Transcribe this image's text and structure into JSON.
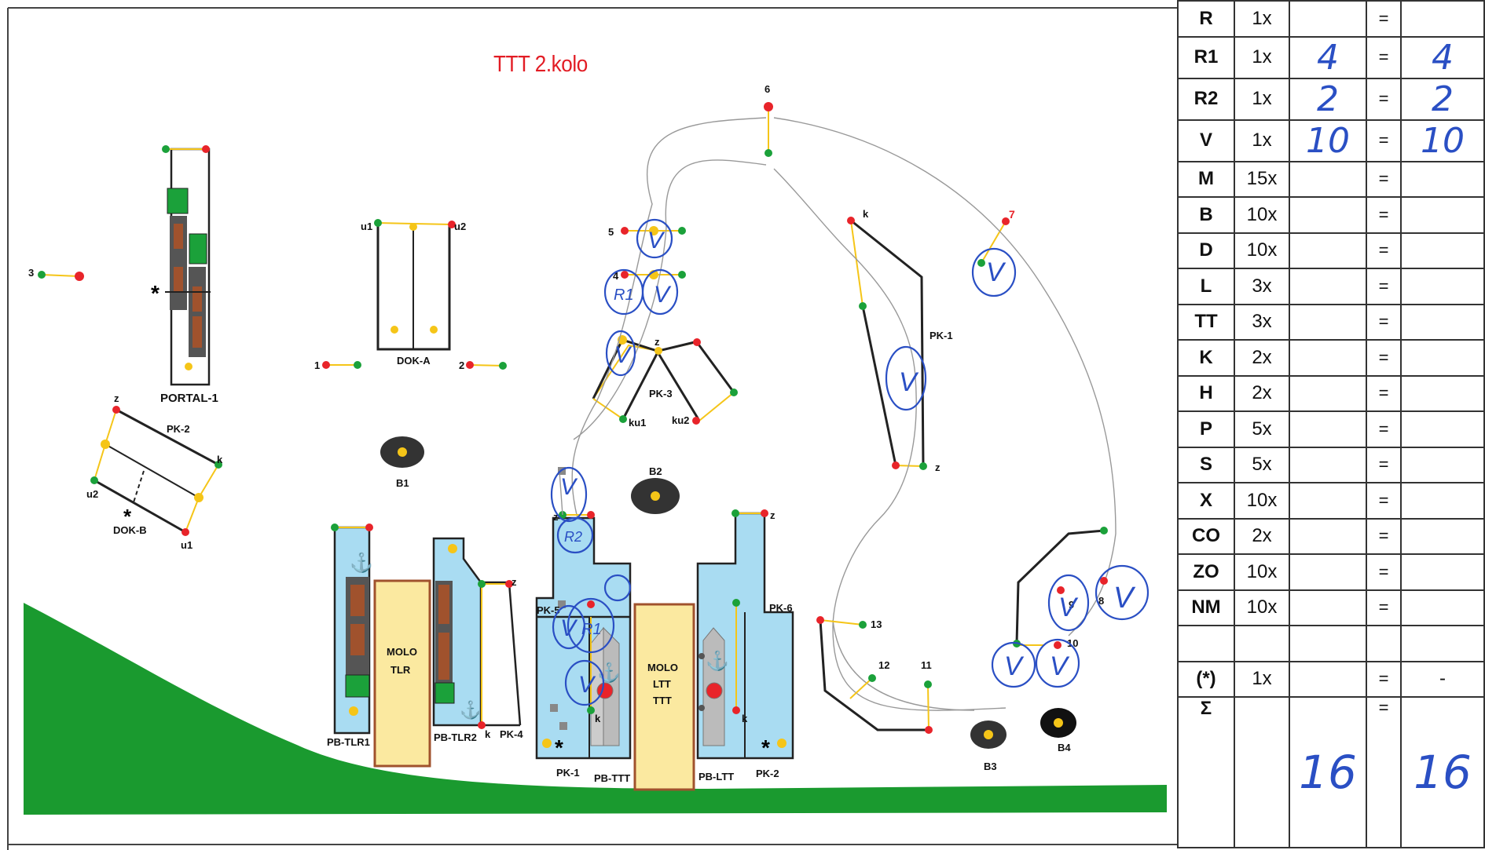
{
  "title": "TTT 2.kolo",
  "colors": {
    "title": "#e21c24",
    "water": "#a9dcf2",
    "grass": "#1a9a2f",
    "pier": "#fbe9a0",
    "ink": "#2a4fc4",
    "gate_red": "#e8242a",
    "gate_green": "#1ba13a",
    "gate_yellow": "#f5c518"
  },
  "labels": {
    "portal1": "PORTAL-1",
    "dok_a": "DOK-A",
    "dok_b": "DOK-B",
    "pk2_top": "PK-2",
    "pk3": "PK-3",
    "pk1_right": "PK-1",
    "pk5": "PK-5",
    "pk6": "PK-6",
    "pk4": "PK-4",
    "pk1_bottom": "PK-1",
    "pk2_bottom": "PK-2",
    "pb_tlr1": "PB-TLR1",
    "pb_tlr2": "PB-TLR2",
    "pb_ttt": "PB-TTT",
    "pb_ltt": "PB-LTT",
    "molo_tlr": [
      "MOLO",
      "TLR"
    ],
    "molo_ltt": [
      "MOLO",
      "LTT",
      "TTT"
    ],
    "b1": "B1",
    "b2": "B2",
    "b3": "B3",
    "b4": "B4",
    "u1": "u1",
    "u2": "u2",
    "z": "z",
    "k": "k",
    "ku1": "ku1",
    "ku2": "ku2",
    "n1": "1",
    "n2": "2",
    "n3": "3",
    "n4": "4",
    "n5": "5",
    "n6": "6",
    "n7": "7",
    "n8": "8",
    "n9": "9",
    "n10": "10",
    "n11": "11",
    "n12": "12",
    "n13": "13",
    "star": "*"
  },
  "score_table": {
    "rows": [
      {
        "code": "R",
        "mult": "1x",
        "eq": "=",
        "entry": "",
        "result": ""
      },
      {
        "code": "R1",
        "mult": "1x",
        "eq": "=",
        "entry": "4",
        "result": "4"
      },
      {
        "code": "R2",
        "mult": "1x",
        "eq": "=",
        "entry": "2",
        "result": "2"
      },
      {
        "code": "V",
        "mult": "1x",
        "eq": "=",
        "entry": "10",
        "result": "10"
      },
      {
        "code": "M",
        "mult": "15x",
        "eq": "=",
        "entry": "",
        "result": ""
      },
      {
        "code": "B",
        "mult": "10x",
        "eq": "=",
        "entry": "",
        "result": ""
      },
      {
        "code": "D",
        "mult": "10x",
        "eq": "=",
        "entry": "",
        "result": ""
      },
      {
        "code": "L",
        "mult": "3x",
        "eq": "=",
        "entry": "",
        "result": ""
      },
      {
        "code": "TT",
        "mult": "3x",
        "eq": "=",
        "entry": "",
        "result": ""
      },
      {
        "code": "K",
        "mult": "2x",
        "eq": "=",
        "entry": "",
        "result": ""
      },
      {
        "code": "H",
        "mult": "2x",
        "eq": "=",
        "entry": "",
        "result": ""
      },
      {
        "code": "P",
        "mult": "5x",
        "eq": "=",
        "entry": "",
        "result": ""
      },
      {
        "code": "S",
        "mult": "5x",
        "eq": "=",
        "entry": "",
        "result": ""
      },
      {
        "code": "X",
        "mult": "10x",
        "eq": "=",
        "entry": "",
        "result": ""
      },
      {
        "code": "CO",
        "mult": "2x",
        "eq": "=",
        "entry": "",
        "result": ""
      },
      {
        "code": "ZO",
        "mult": "10x",
        "eq": "=",
        "entry": "",
        "result": ""
      },
      {
        "code": "NM",
        "mult": "10x",
        "eq": "=",
        "entry": "",
        "result": ""
      },
      {
        "code": "",
        "mult": "",
        "eq": "",
        "entry": "",
        "result": ""
      },
      {
        "code": "(*)",
        "mult": "1x",
        "eq": "=",
        "entry": "",
        "result": "-"
      }
    ],
    "sum": {
      "symbol": "Σ",
      "eq": "=",
      "entry": "16",
      "result": "16"
    }
  },
  "marks": {
    "check": "V",
    "r1": "R1",
    "r2": "R2"
  }
}
